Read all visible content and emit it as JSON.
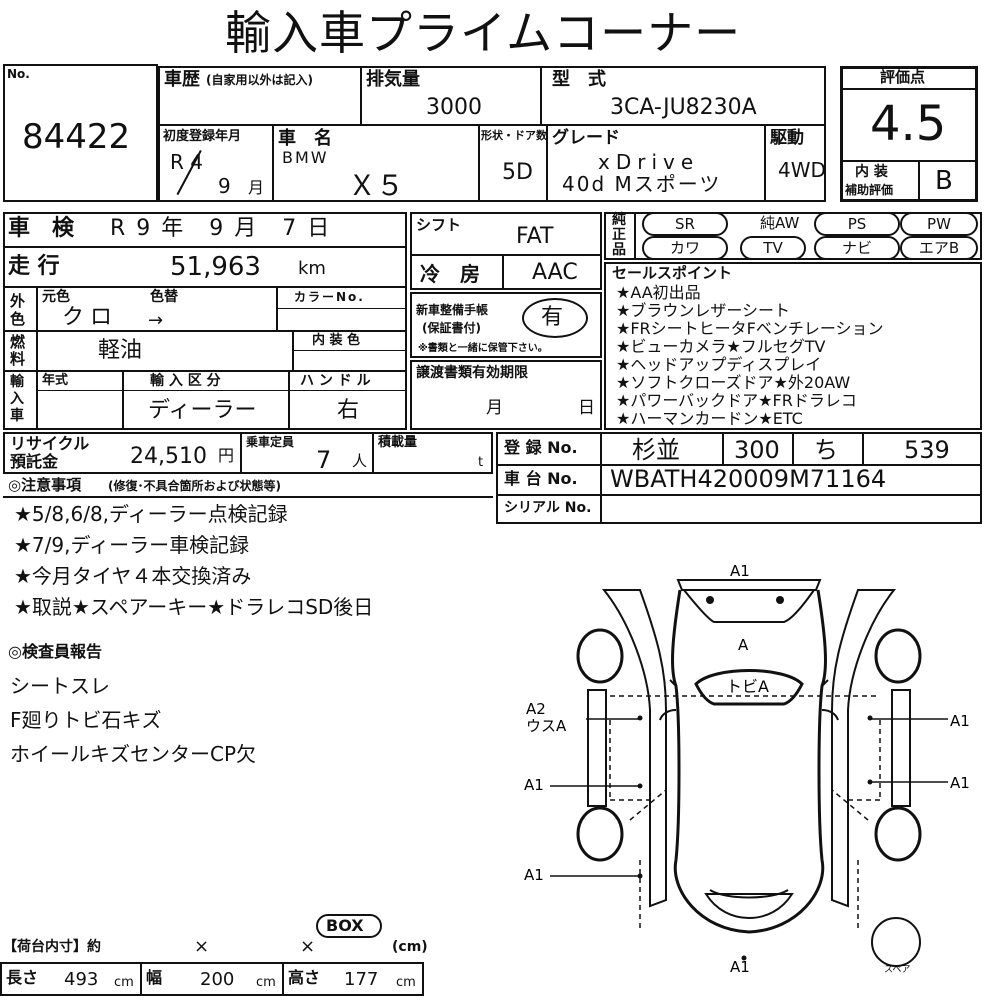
{
  "title": "輸入車プライムコーナー",
  "lot": {
    "label": "No.",
    "number": "84422"
  },
  "history": {
    "label": "車歴",
    "note": "(自家用以外は記入)"
  },
  "displacement": {
    "label": "排気量",
    "value": "3000"
  },
  "model_type": {
    "label": "型　式",
    "value": "3CA-JU8230A"
  },
  "rating": {
    "label": "評価点",
    "value": "4.5",
    "interior_label_1": "内 装",
    "interior_label_2": "補助評価",
    "interior_value": "B"
  },
  "first_reg": {
    "label": "初度登録年月",
    "era": "R 4",
    "month": "9",
    "month_unit": "月"
  },
  "car_name": {
    "label": "車　名",
    "make": "BMW",
    "model": "Ｘ５"
  },
  "doors": {
    "label": "形状・ドア数",
    "value": "5D"
  },
  "grade": {
    "label": "グレード",
    "line1": "xDrive",
    "line2": "40d Mスポーツ"
  },
  "drive": {
    "label": "駆動",
    "value": "4WD"
  },
  "inspection": {
    "label": "車　検",
    "value": "R 9 年　9 月　7 日"
  },
  "shift": {
    "label": "シフト",
    "value": "FAT"
  },
  "mileage": {
    "label": "走 行",
    "value": "51,963",
    "unit": "km"
  },
  "ac": {
    "label": "冷　房",
    "value": "AAC"
  },
  "equipment": {
    "label": "純正品",
    "items": [
      "SR",
      "純AW",
      "PS",
      "PW",
      "カワ",
      "TV",
      "ナビ",
      "エアB"
    ]
  },
  "color": {
    "side_label": "外色",
    "orig_label": "元色",
    "change_label": "色替",
    "code_label": "カラーNo.",
    "orig_value": "クロ",
    "change_value": "→"
  },
  "service_book": {
    "label1": "新車整備手帳",
    "label2": "(保証書付)",
    "value": "有",
    "note": "※書類と一緒に保管下さい。"
  },
  "fuel": {
    "side_label": "燃料",
    "value": "軽油",
    "interior_color_label": "内 装 色"
  },
  "sales_points": {
    "label": "セールスポイント",
    "items": [
      "★AA初出品",
      "★ブラウンレザーシート",
      "★FRシートヒータFベンチレーション",
      "★ビューカメラ★フルセグTV",
      "★ヘッドアップディスプレイ",
      "★ソフトクローズドア★外20AW",
      "★パワーバックドア★FRドラレコ",
      "★ハーマンカードン★ETC"
    ]
  },
  "import": {
    "side_label": "輸入車",
    "year_label": "年式",
    "type_label": "輸 入 区 分",
    "type_value": "ディーラー",
    "handle_label": "ハ ン ド ル",
    "handle_value": "右"
  },
  "transfer_docs": {
    "label": "譲渡書類有効期限",
    "month": "月",
    "day": "日"
  },
  "recycle": {
    "label1": "リサイクル",
    "label2": "預託金",
    "value": "24,510",
    "unit": "円"
  },
  "capacity": {
    "label": "乗車定員",
    "value": "7",
    "unit": "人"
  },
  "load": {
    "label": "積載量",
    "unit": "t"
  },
  "registration": {
    "label": "登 録 No.",
    "area": "杉並",
    "class": "300",
    "kana": "ち",
    "number": "539"
  },
  "chassis": {
    "label": "車 台 No.",
    "value": "WBATH420009M71164"
  },
  "serial": {
    "label": "シリアル No."
  },
  "notes": {
    "header": "◎注意事項",
    "header_sub": "(修復･不具合箇所および状態等)",
    "items": [
      "★5/8,6/8,ディーラー点検記録",
      "★7/9,ディーラー車検記録",
      "★今月タイヤ４本交換済み",
      "★取説★スペアーキー★ドラレコSD後日"
    ]
  },
  "inspector": {
    "header": "◎検査員報告",
    "items": [
      "シートスレ",
      "F廻りトビ石キズ",
      "ホイールキズセンターCP欠"
    ]
  },
  "diagram": {
    "labels": {
      "top": "A1",
      "hood": "A",
      "windshield": "トビA",
      "left_front_1": "A2",
      "left_front_2": "ウスA",
      "left_rear": "A1",
      "left_bottom": "A1",
      "right_front": "A1",
      "right_rear": "A1",
      "bottom": "A1",
      "spare": "スペア"
    }
  },
  "cargo": {
    "box": "BOX",
    "label": "【荷台内寸】約",
    "x1": "×",
    "x2": "×",
    "unit_cm": "(cm)",
    "length_label": "長さ",
    "length": "493",
    "width_label": "幅",
    "width": "200",
    "height_label": "高さ",
    "height": "177",
    "cm": "cm"
  }
}
